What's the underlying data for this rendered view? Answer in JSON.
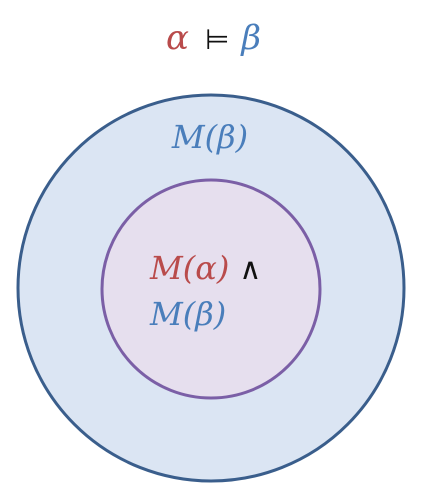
{
  "title": {
    "alpha": "α",
    "entails": "⊨",
    "beta": "β"
  },
  "outer_set": {
    "label": "M(β)"
  },
  "inner_set": {
    "line1_models_alpha": "M(α)",
    "line1_conjunction": "∧",
    "line2_models_beta": "M(β)"
  },
  "colors": {
    "alpha": "#b94b4b",
    "beta": "#4a7ebb",
    "outer_fill": "#dbe5f3",
    "outer_stroke": "#3a5e8c",
    "inner_fill": "#e6dfee",
    "inner_stroke": "#7b5fa6"
  }
}
